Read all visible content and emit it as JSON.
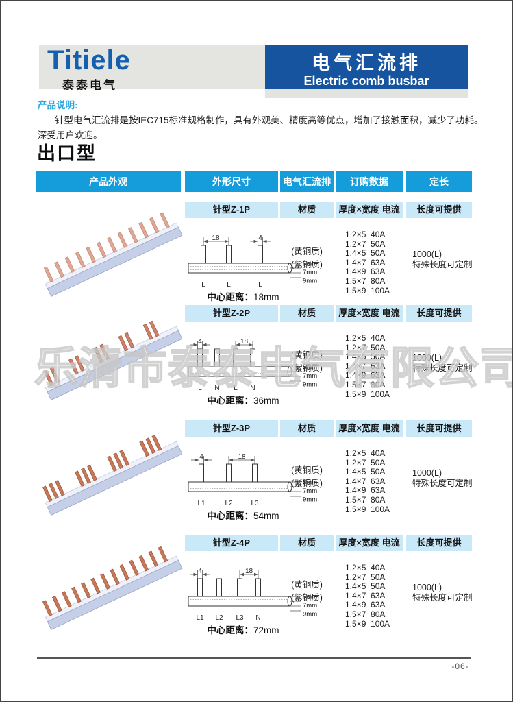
{
  "page": {
    "number": "-06-"
  },
  "header": {
    "brand": "Titiele",
    "brand_sub": "泰泰电气",
    "title_cn": "电气汇流排",
    "title_en": "Electric comb busbar"
  },
  "description": {
    "label": "产品说明:",
    "line1": "针型电气汇流排是按IEC715标准规格制作，具有外观美、精度高等优点，增加了接触面积，减少了功耗。",
    "line2": "深受用户欢迎。"
  },
  "section_title": "出口型",
  "watermark": "乐清市泰泰电气有限公司",
  "table": {
    "headers": [
      "产品外观",
      "外形尺寸",
      "电气汇流排",
      "订购数据",
      "定长"
    ],
    "sub": {
      "material": "材质",
      "order": "厚度×宽度 电流",
      "length": "长度可提供"
    },
    "material_lines": [
      "(黄铜质)",
      "(紫铜质)"
    ],
    "specs": [
      "1.2×5  40A",
      "1.2×7  50A",
      "1.4×5  50A",
      "1.4×7  63A",
      "1.4×9  63A",
      "1.5×7  80A",
      "1.5×9  100A"
    ],
    "length_lines": [
      "1000(L)",
      "特殊长度可定制"
    ],
    "heights": [
      "5mm",
      "7mm",
      "9mm"
    ],
    "center_label": "中心距离：",
    "rows": [
      {
        "model": "针型Z-1P",
        "center": "18mm",
        "pitch": "18",
        "pin_width": "4",
        "pins": [
          "L",
          "L",
          "L"
        ]
      },
      {
        "model": "针型Z-2P",
        "center": "36mm",
        "pitch": "18",
        "pin_width": "4",
        "pins": [
          "L",
          "N",
          "L",
          "N"
        ]
      },
      {
        "model": "针型Z-3P",
        "center": "54mm",
        "pitch": "18",
        "pin_width": "4",
        "pins": [
          "L1",
          "L2",
          "L3"
        ]
      },
      {
        "model": "针型Z-4P",
        "center": "72mm",
        "pitch": "18",
        "pin_width": "4",
        "pins": [
          "L1",
          "L2",
          "L3",
          "N"
        ]
      }
    ]
  }
}
